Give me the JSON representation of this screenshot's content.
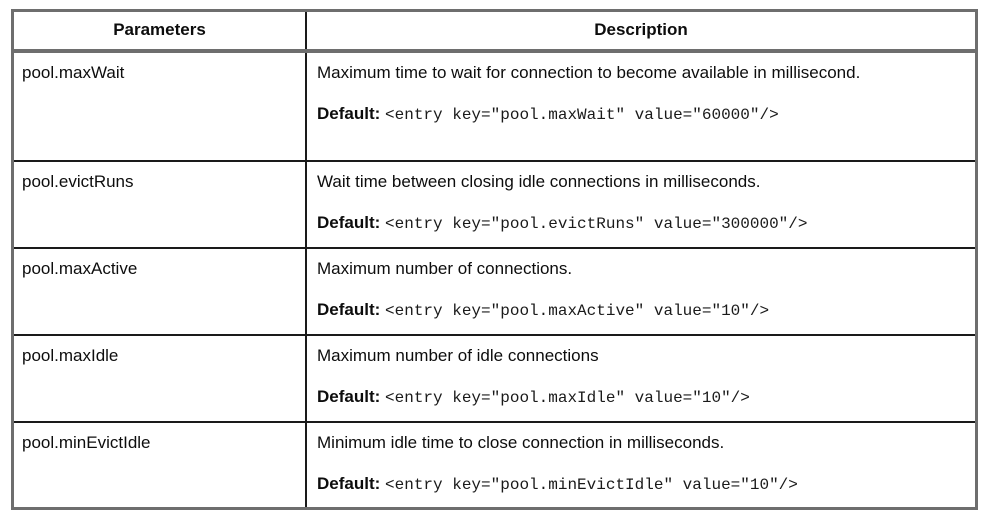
{
  "table": {
    "columns": [
      {
        "key": "parameters",
        "label": "Parameters",
        "align": "center"
      },
      {
        "key": "description",
        "label": "Description",
        "align": "center"
      }
    ],
    "default_label": "Default:",
    "rows": [
      {
        "parameter": "pool.maxWait",
        "description": "Maximum time to wait for connection to become available in millisecond.",
        "default_code": "<entry key=\"pool.maxWait\" value=\"60000\"/>"
      },
      {
        "parameter": "pool.evictRuns",
        "description": "Wait time between closing idle connections in milliseconds.",
        "default_code": "<entry key=\"pool.evictRuns\" value=\"300000\"/>"
      },
      {
        "parameter": "pool.maxActive",
        "description": "Maximum number of connections.",
        "default_code": "<entry key=\"pool.maxActive\" value=\"10\"/>"
      },
      {
        "parameter": "pool.maxIdle",
        "description": "Maximum number of idle connections",
        "default_code": "<entry key=\"pool.maxIdle\" value=\"10\"/>"
      },
      {
        "parameter": "pool.minEvictIdle",
        "description": "Minimum idle time to close connection in milliseconds.",
        "default_code": "<entry key=\"pool.minEvictIdle\" value=\"10\"/>"
      }
    ]
  },
  "colors": {
    "outer_border": "#6e6e6e",
    "inner_border": "#1a1a1a",
    "text": "#0d0d0d",
    "background": "#ffffff"
  }
}
